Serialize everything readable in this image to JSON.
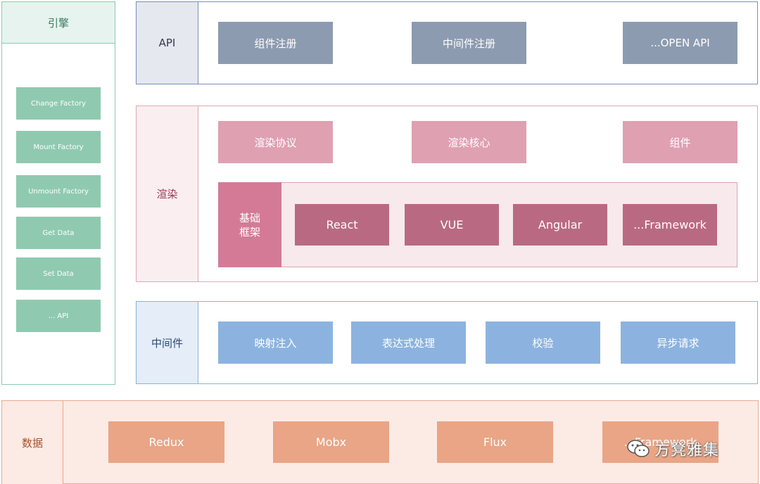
{
  "engine": {
    "title": "引擎",
    "items": [
      "Change Factory",
      "Mount Factory",
      "Unmount Factory",
      "Get Data",
      "Set Data",
      "... API"
    ]
  },
  "api": {
    "label": "API",
    "boxes": [
      "组件注册",
      "中间件注册",
      "...OPEN API"
    ]
  },
  "render": {
    "label": "渲染",
    "boxes": [
      "渲染协议",
      "渲染核心",
      "组件"
    ],
    "framework": {
      "label": "基础\n框架",
      "items": [
        "React",
        "VUE",
        "Angular",
        "...Framework"
      ]
    }
  },
  "middleware": {
    "label": "中间件",
    "boxes": [
      "映射注入",
      "表达式处理",
      "校验",
      "异步请求"
    ]
  },
  "data": {
    "label": "数据",
    "boxes": [
      "Redux",
      "Mobx",
      "Flux",
      "...Framework"
    ]
  },
  "watermark": {
    "text": "方凳雅集",
    "icon": "wechat-icon"
  },
  "colors": {
    "engine": "#8fcab0",
    "api": "#8d9bb0",
    "render": "#dfa0b2",
    "framework": "#b96a82",
    "middleware": "#8cb3df",
    "data": "#e9a586"
  }
}
